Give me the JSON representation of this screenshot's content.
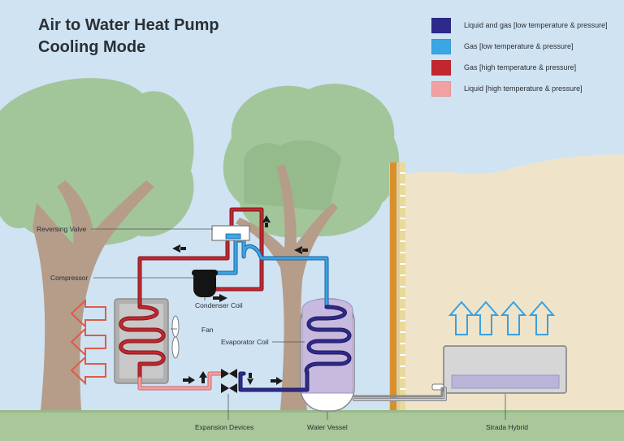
{
  "title": {
    "line1": "Air to Water Heat Pump",
    "line2": "Cooling Mode"
  },
  "legend": [
    {
      "label": "Liquid and gas [low temperature & pressure]",
      "color": "#2e2a8c"
    },
    {
      "label": "Gas [low temperature & pressure]",
      "color": "#3aa6e4"
    },
    {
      "label": "Gas [high temperature & pressure]",
      "color": "#c4262e"
    },
    {
      "label": "Liquid [high temperature & pressure]",
      "color": "#f2a1a2"
    }
  ],
  "labels": {
    "reversing_valve": "Reversing Valve",
    "compressor": "Compressor",
    "condenser_coil": "Condenser Coil",
    "fan": "Fan",
    "evaporator_coil": "Evaporator Coil",
    "expansion_devices": "Expansion Devices",
    "water_vessel": "Water Vessel",
    "strada_hybrid": "Strada Hybrid"
  },
  "colors": {
    "sky": "#cfe3f3",
    "ground": "#a9c79a",
    "tree_canopy": "#a3c59a",
    "tree_trunk": "#b59d8a",
    "house_wall": "#efe4c9",
    "wall_insulation": "#d8902c",
    "warm_arrow": "#e05b47",
    "cool_arrow": "#3aa0e0",
    "vessel_fill": "#c8b9de",
    "dark_pipe": "#2e2a8c"
  }
}
